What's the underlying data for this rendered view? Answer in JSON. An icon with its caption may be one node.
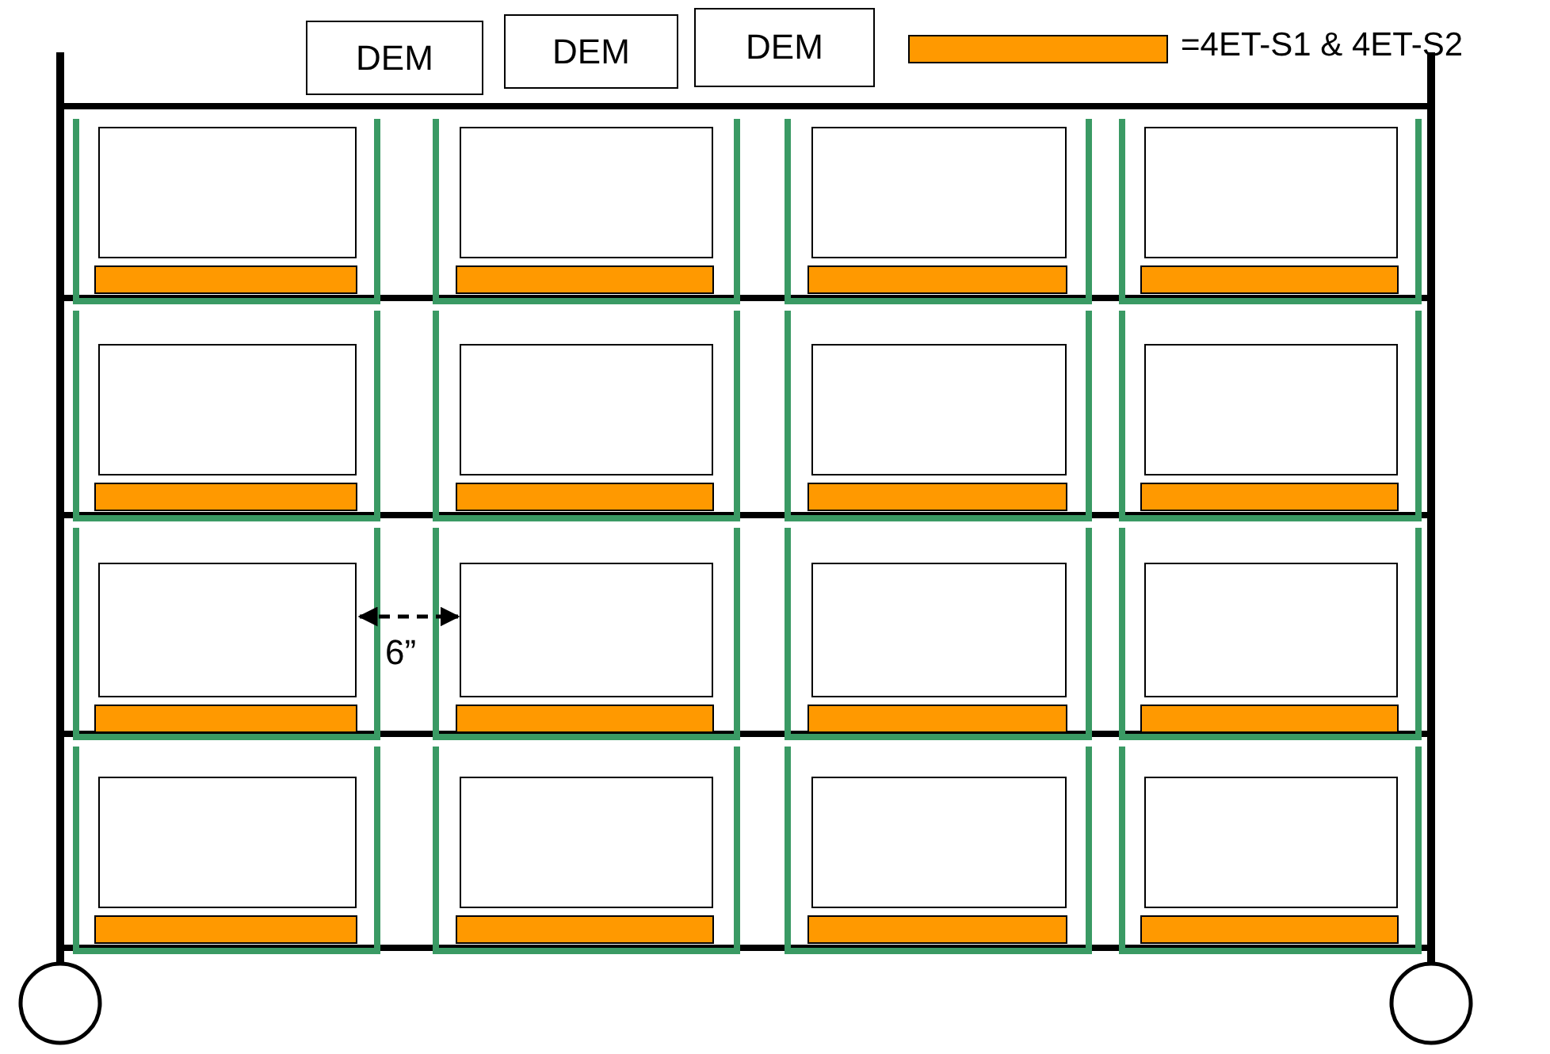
{
  "diagram": {
    "nodes": [
      {
        "text": [
          "DEM"
        ]
      },
      {
        "text": [
          "DEM"
        ]
      },
      {
        "text": [
          "DEM"
        ]
      },
      {
        "text": [],
        "shape": "box"
      },
      {
        "text": [],
        "shape": "box"
      },
      {
        "text": [],
        "shape": "box"
      },
      {
        "text": [],
        "shape": "box"
      },
      {
        "text": [],
        "shape": "box"
      },
      {
        "text": [],
        "shape": "box"
      },
      {
        "text": [],
        "shape": "box"
      },
      {
        "text": [],
        "shape": "box"
      },
      {
        "text": [],
        "shape": "box"
      },
      {
        "text": [],
        "shape": "box"
      },
      {
        "text": [],
        "shape": "box"
      },
      {
        "text": [],
        "shape": "box"
      },
      {
        "text": [],
        "shape": "box"
      },
      {
        "text": [],
        "shape": "box"
      },
      {
        "text": [],
        "shape": "box"
      },
      {
        "text": [],
        "shape": "box"
      }
    ],
    "edges": [
      {
        "from": 11,
        "to": 12,
        "arrow": "both",
        "style": "dashed",
        "label": "6”"
      }
    ],
    "legend": [
      {
        "text": "=4ET-S1 & 4ET-S2",
        "color": "#ff9900"
      }
    ]
  }
}
